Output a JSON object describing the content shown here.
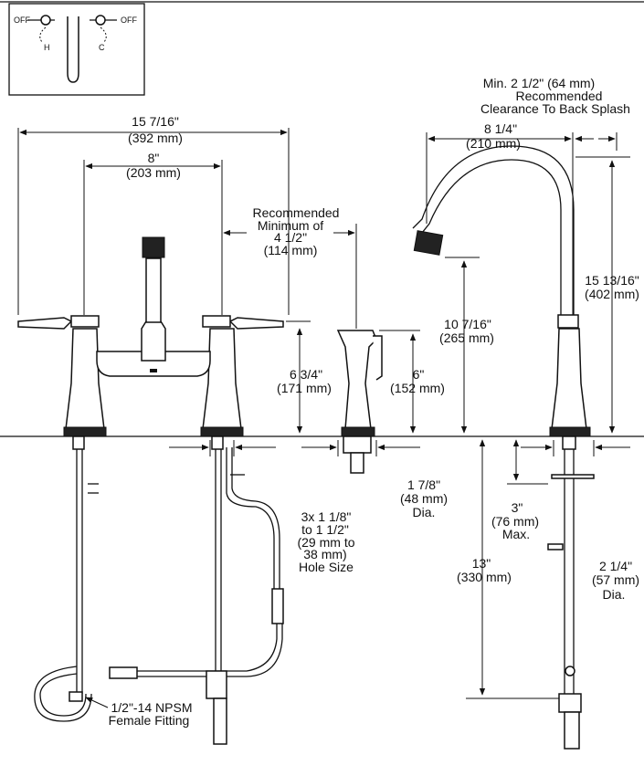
{
  "inset": {
    "off_left": "OFF",
    "off_right": "OFF",
    "hot": "H",
    "cold": "C"
  },
  "clearance": {
    "line1": "Min. 2 1/2\" (64 mm)",
    "line2": "Recommended",
    "line3": "Clearance To Back Splash"
  },
  "dims": {
    "overall_width": "15 7/16\"",
    "overall_width_mm": "(392 mm)",
    "centers": "8\"",
    "centers_mm": "(203 mm)",
    "rec_line1": "Recommended",
    "rec_line2": "Minimum of",
    "rec_line3": "4 1/2\"",
    "rec_line4": "(114 mm)",
    "handle_height": "6 3/4\"",
    "handle_height_mm": "(171 mm)",
    "spray_height": "6\"",
    "spray_height_mm": "(152 mm)",
    "spout_reach": "8 1/4\"",
    "spout_reach_mm": "(210 mm)",
    "spout_clearance": "10 7/16\"",
    "spout_clearance_mm": "(265 mm)",
    "total_height": "15 13/16\"",
    "total_height_mm": "(402 mm)",
    "spray_hole": "1 7/8\"",
    "spray_hole_mm": "(48 mm)",
    "spray_hole_dia": "Dia.",
    "hole_line1": "3x 1 1/8\"",
    "hole_line2": "to 1 1/2\"",
    "hole_line3": "(29 mm to",
    "hole_line4": "38 mm)",
    "hole_line5": "Hole Size",
    "deck_max": "3\"",
    "deck_max_mm": "(76 mm)",
    "deck_max_label": "Max.",
    "below_deck": "13\"",
    "below_deck_mm": "(330 mm)",
    "spout_hole": "2 1/4\"",
    "spout_hole_mm": "(57 mm)",
    "spout_hole_dia": "Dia.",
    "fitting_line1": "1/2\"-14 NPSM",
    "fitting_line2": "Female Fitting"
  }
}
